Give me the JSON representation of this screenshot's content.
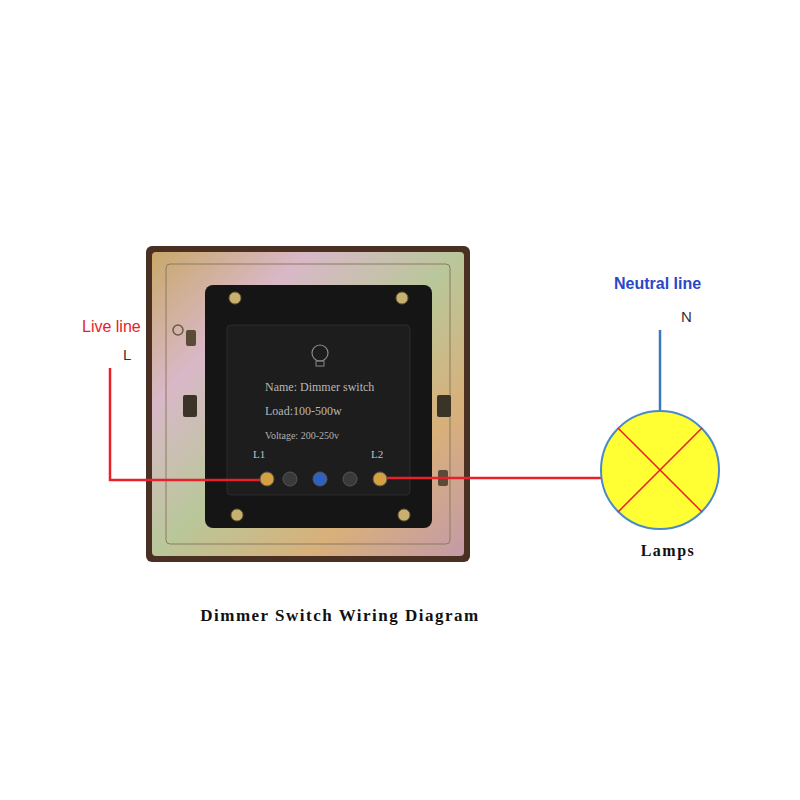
{
  "diagram": {
    "caption": "Dimmer Switch Wiring Diagram",
    "nodes": [
      {
        "text": [
          "Name: Dimmer switch",
          "Load:100-500w",
          "Voltage: 200-250v",
          "L1",
          "L2"
        ]
      },
      {
        "text": [
          "Lamps"
        ]
      }
    ],
    "edges": [
      {
        "from": 0,
        "to": 1,
        "arrow": "none"
      }
    ],
    "labels": [
      "Live line",
      "L",
      "Neutral line",
      "N"
    ]
  }
}
